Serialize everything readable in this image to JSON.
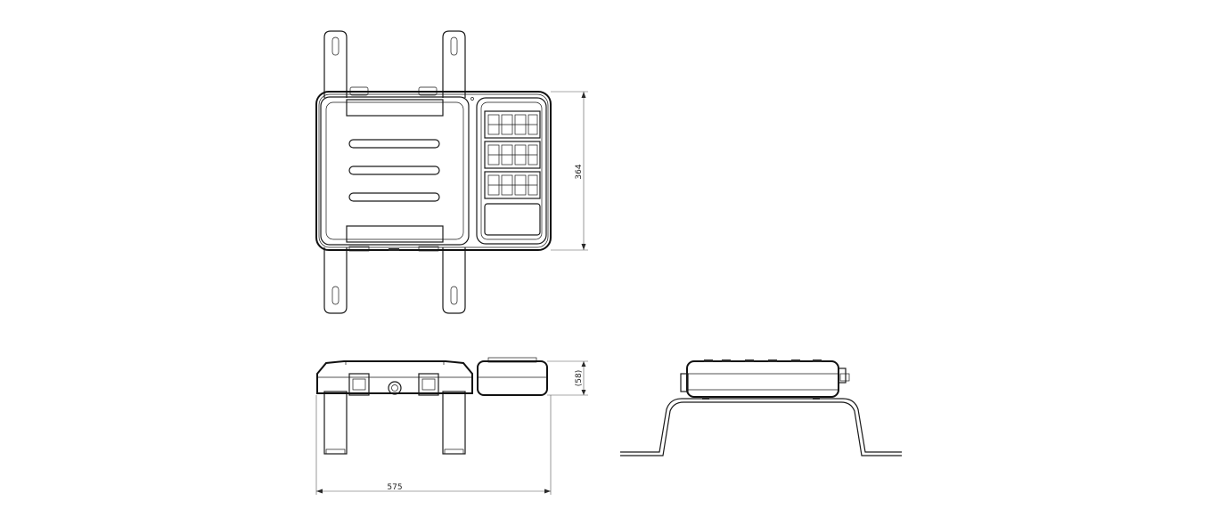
{
  "dimensions": {
    "height_label": "364",
    "width_label": "575",
    "depth_label": "(58)"
  },
  "colors": {
    "line": "#1a1a1a",
    "background": "#ffffff"
  }
}
